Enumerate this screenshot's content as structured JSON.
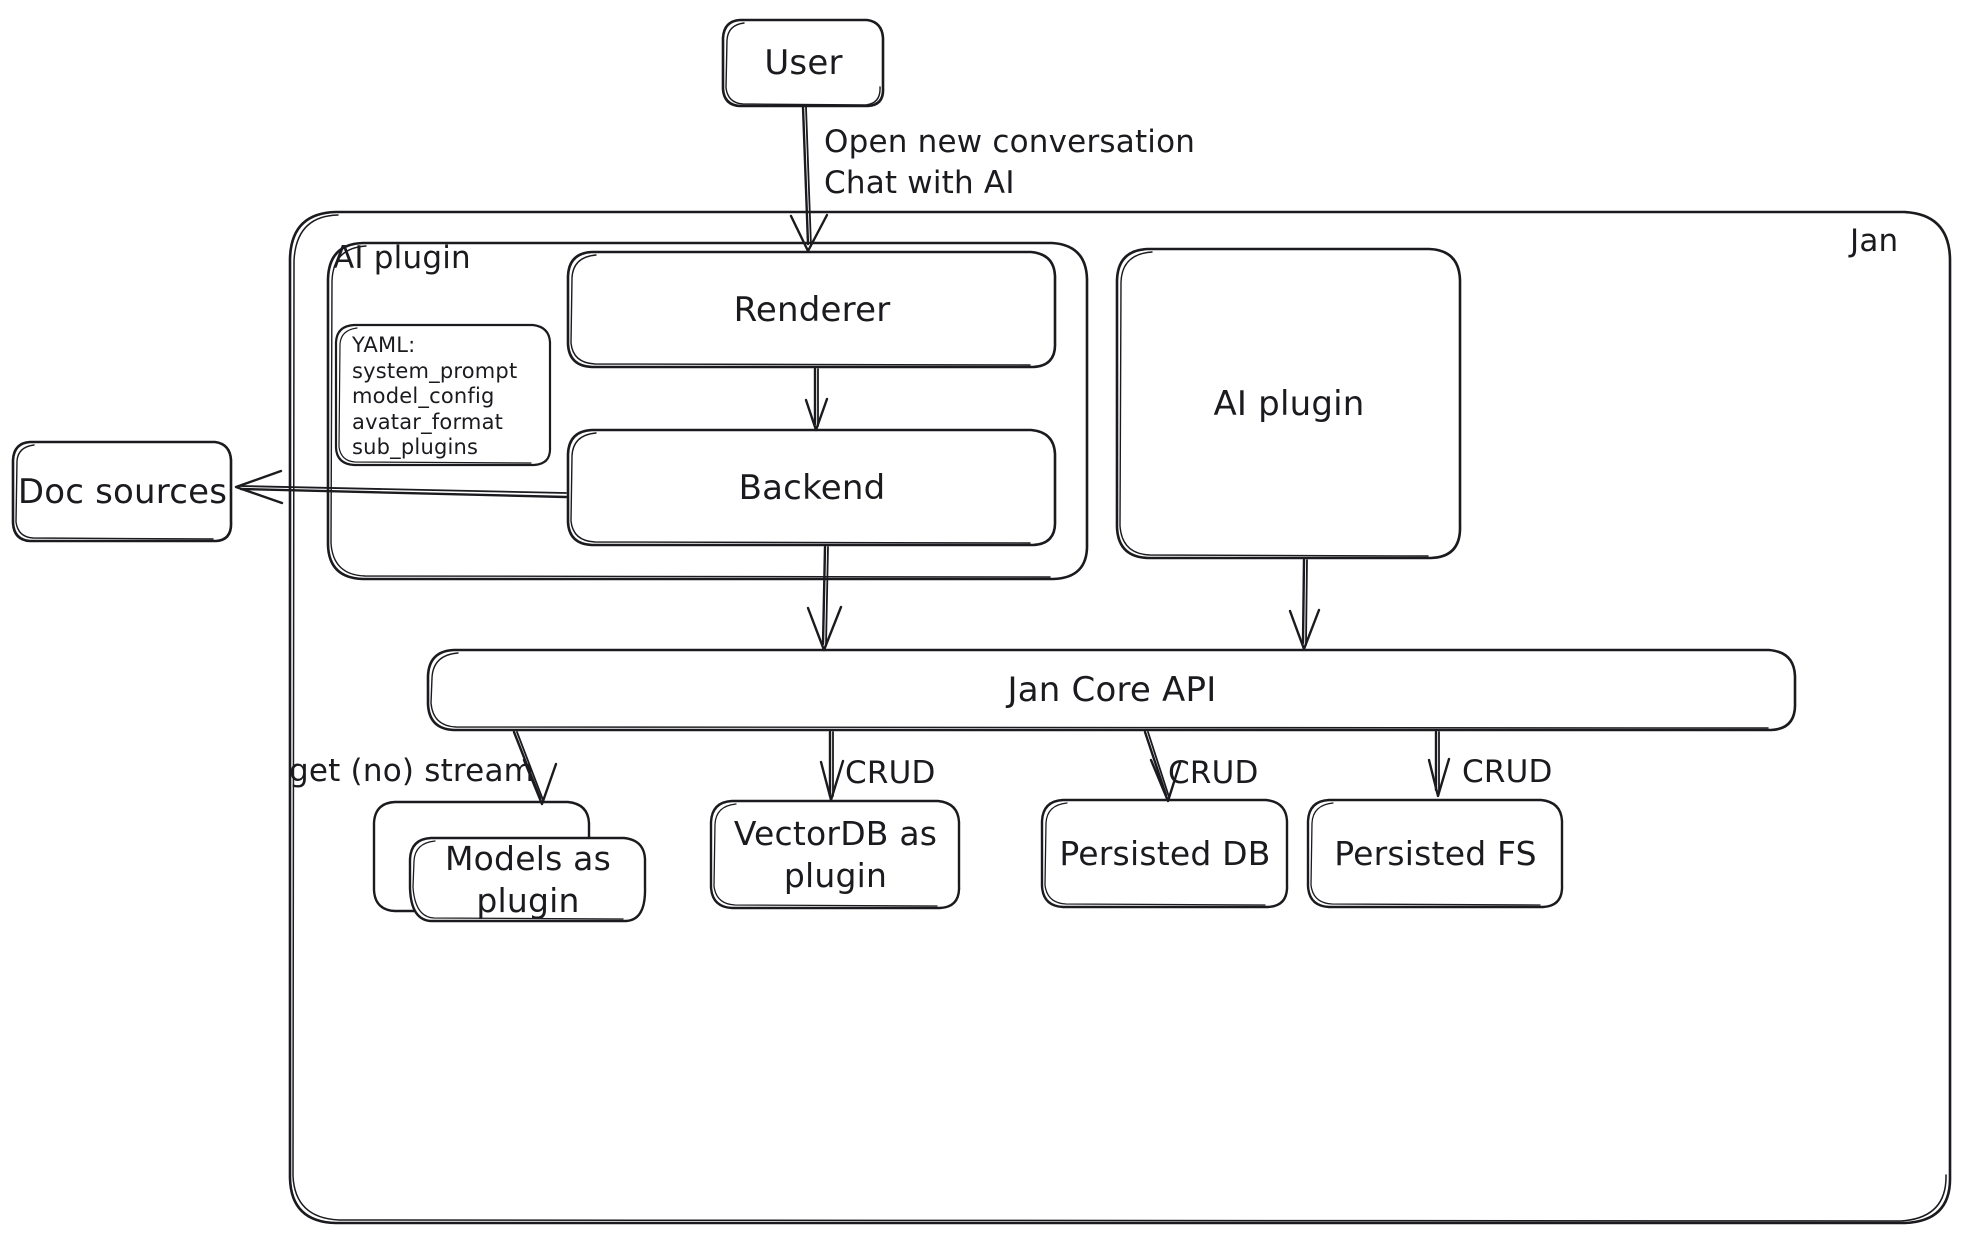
{
  "diagram": {
    "title": "Jan architecture diagram",
    "style": "hand-drawn",
    "stroke_color": "#1b1b1f",
    "background_color": "#ffffff"
  },
  "nodes": {
    "user": {
      "label": "User"
    },
    "jan_container": {
      "label": "Jan"
    },
    "ai_plugin_group": {
      "label": "AI plugin"
    },
    "yaml_note": {
      "title": "YAML:",
      "items": [
        "system_prompt",
        "model_config",
        "avatar_format",
        "sub_plugins"
      ],
      "text": "YAML:\nsystem_prompt\nmodel_config\navatar_format\nsub_plugins"
    },
    "renderer": {
      "label": "Renderer"
    },
    "backend": {
      "label": "Backend"
    },
    "ai_plugin_right": {
      "label": "AI plugin"
    },
    "doc_sources": {
      "label": "Doc sources"
    },
    "jan_core_api": {
      "label": "Jan Core API"
    },
    "models_as_plugin": {
      "label": "Models as\nplugin"
    },
    "vectordb_as_plugin": {
      "label": "VectorDB as\nplugin"
    },
    "persisted_db": {
      "label": "Persisted DB"
    },
    "persisted_fs": {
      "label": "Persisted FS"
    }
  },
  "edges": {
    "user_to_renderer": {
      "label": "Open new conversation\nChat with AI"
    },
    "renderer_to_backend": {
      "label": ""
    },
    "backend_to_doc_sources": {
      "label": ""
    },
    "backend_to_core": {
      "label": ""
    },
    "ai_plugin_to_core": {
      "label": ""
    },
    "core_to_models": {
      "label": "get (no) stream"
    },
    "core_to_vectordb": {
      "label": "CRUD"
    },
    "core_to_persisted_db": {
      "label": "CRUD"
    },
    "core_to_persisted_fs": {
      "label": "CRUD"
    }
  }
}
